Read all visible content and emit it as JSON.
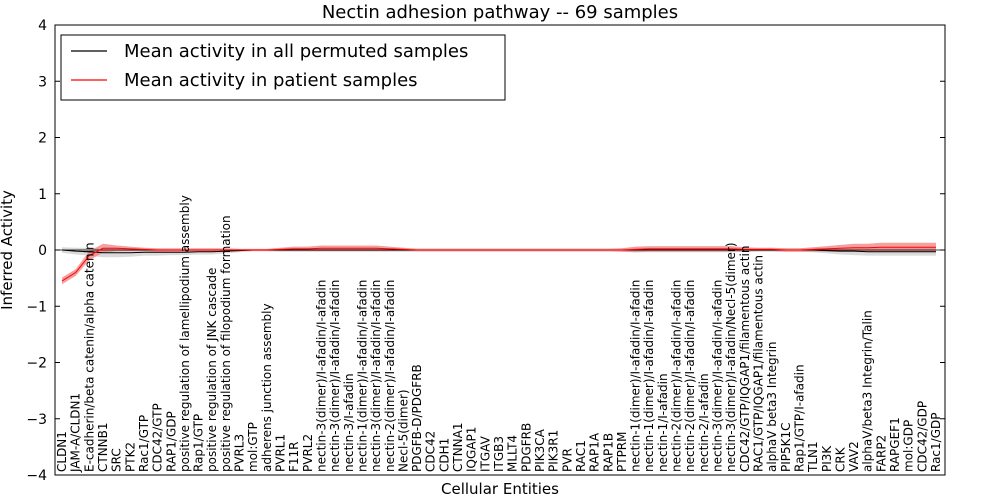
{
  "chart_data": {
    "type": "line",
    "title": "Nectin adhesion pathway -- 69 samples",
    "xlabel": "Cellular Entities",
    "ylabel": "Inferred Activity",
    "ylim": [
      -4,
      4
    ],
    "yticks": [
      -4,
      -3,
      -2,
      -1,
      0,
      1,
      2,
      3,
      4
    ],
    "grid": false,
    "legend": "top-left",
    "categories": [
      "CLDN1",
      "JAM-A/CLDN1",
      "E-cadherin/beta catenin/alpha catenin",
      "CTNNB1",
      "SRC",
      "PTK2",
      "Rac1/GTP",
      "CDC42/GTP",
      "RAP1/GDP",
      "positive regulation of lamellipodium assembly",
      "Rap1/GTP",
      "positive regulation of JNK cascade",
      "positive regulation of filopodium formation",
      "PVRL3",
      "mol:GTP",
      "adherens junction assembly",
      "PVRL1",
      "F11R",
      "PVRL2",
      "nectin-3(dimer)/I-afadin/I-afadin",
      "nectin-3(dimer)/I-afadin/I-afadin",
      "nectin-3/I-afadin",
      "nectin-1(dimer)/I-afadin/I-afadin",
      "nectin-3(dimer)/I-afadin/I-afadin",
      "nectin-2(dimer)/I-afadin/I-afadin",
      "Necl-5(dimer)",
      "PDGFB-D/PDGFRB",
      "CDC42",
      "CDH1",
      "CTNNA1",
      "IQGAP1",
      "ITGAV",
      "ITGB3",
      "MLLT4",
      "PDGFRB",
      "PIK3CA",
      "PIK3R1",
      "PVR",
      "RAC1",
      "RAP1A",
      "RAP1B",
      "PTPRM",
      "nectin-1(dimer)/I-afadin/I-afadin",
      "nectin-1(dimer)/I-afadin/I-afadin",
      "nectin-1/I-afadin",
      "nectin-2(dimer)/I-afadin/I-afadin",
      "nectin-2(dimer)/I-afadin/I-afadin",
      "nectin-2/I-afadin",
      "nectin-3(dimer)/I-afadin/I-afadin",
      "nectin-3(dimer)/I-afadin/Necl-5(dimer)",
      "CDC42/GTP/IQGAP1/filamentous actin",
      "RAC1/GTP/IQGAP1/filamentous actin",
      "alphaV beta3 Integrin",
      "PIP5K1C",
      "Rap1/GTP/I-afadin",
      "TLN1",
      "PI3K",
      "CRK",
      "VAV2",
      "alphaV/beta3 Integrin/Talin",
      "FARP2",
      "RAPGEF1",
      "mol:GDP",
      "CDC42/GDP",
      "Rac1/GDP"
    ],
    "series": [
      {
        "name": "Mean activity in all permuted samples",
        "color": "#000000",
        "band_color": "#bbbbbb",
        "values": [
          0.0,
          -0.02,
          -0.03,
          -0.05,
          -0.05,
          -0.05,
          -0.04,
          -0.04,
          -0.04,
          -0.04,
          -0.03,
          -0.03,
          -0.02,
          -0.01,
          0.0,
          0.0,
          0.0,
          0.0,
          0.0,
          0.0,
          0.0,
          0.0,
          0.0,
          0.0,
          0.0,
          0.0,
          0.0,
          0.0,
          0.0,
          0.0,
          0.0,
          0.0,
          0.0,
          0.0,
          0.0,
          0.0,
          0.0,
          0.0,
          0.0,
          0.0,
          0.0,
          0.0,
          0.0,
          0.0,
          0.0,
          0.0,
          0.0,
          0.0,
          0.0,
          0.0,
          0.0,
          0.0,
          0.0,
          0.0,
          0.0,
          0.0,
          -0.01,
          -0.02,
          -0.02,
          -0.03,
          -0.03,
          -0.03,
          -0.03,
          -0.03,
          -0.03
        ],
        "band": [
          0.05,
          0.06,
          0.07,
          0.08,
          0.08,
          0.07,
          0.06,
          0.06,
          0.05,
          0.05,
          0.05,
          0.05,
          0.04,
          0.03,
          0.02,
          0.02,
          0.03,
          0.03,
          0.03,
          0.03,
          0.03,
          0.03,
          0.03,
          0.03,
          0.03,
          0.03,
          0.03,
          0.03,
          0.03,
          0.03,
          0.03,
          0.03,
          0.03,
          0.03,
          0.03,
          0.03,
          0.03,
          0.03,
          0.03,
          0.03,
          0.03,
          0.03,
          0.04,
          0.04,
          0.04,
          0.04,
          0.04,
          0.04,
          0.04,
          0.04,
          0.03,
          0.03,
          0.03,
          0.03,
          0.03,
          0.04,
          0.05,
          0.06,
          0.07,
          0.07,
          0.07,
          0.07,
          0.07,
          0.07,
          0.07
        ]
      },
      {
        "name": "Mean activity in patient samples",
        "color": "#ff0000",
        "band_color": "#f08080",
        "values": [
          -0.55,
          -0.4,
          -0.1,
          0.03,
          0.03,
          0.02,
          0.01,
          0.0,
          0.0,
          0.0,
          0.0,
          0.0,
          0.0,
          0.0,
          0.0,
          0.0,
          0.01,
          0.02,
          0.02,
          0.03,
          0.03,
          0.03,
          0.03,
          0.03,
          0.02,
          0.01,
          0.0,
          0.0,
          0.0,
          0.0,
          0.0,
          0.0,
          0.0,
          0.0,
          0.0,
          0.0,
          0.0,
          0.0,
          0.0,
          0.0,
          0.0,
          0.0,
          0.01,
          0.02,
          0.02,
          0.02,
          0.02,
          0.02,
          0.02,
          0.02,
          0.01,
          0.01,
          0.01,
          0.0,
          0.0,
          0.01,
          0.02,
          0.03,
          0.04,
          0.04,
          0.05,
          0.05,
          0.05,
          0.05,
          0.05
        ],
        "band": [
          0.06,
          0.06,
          0.08,
          0.08,
          0.05,
          0.04,
          0.03,
          0.03,
          0.03,
          0.03,
          0.03,
          0.03,
          0.03,
          0.02,
          0.02,
          0.02,
          0.03,
          0.04,
          0.04,
          0.05,
          0.05,
          0.05,
          0.05,
          0.05,
          0.04,
          0.03,
          0.02,
          0.02,
          0.02,
          0.02,
          0.02,
          0.02,
          0.02,
          0.02,
          0.02,
          0.02,
          0.02,
          0.02,
          0.02,
          0.02,
          0.02,
          0.03,
          0.05,
          0.05,
          0.05,
          0.05,
          0.05,
          0.05,
          0.05,
          0.05,
          0.04,
          0.03,
          0.03,
          0.03,
          0.03,
          0.04,
          0.05,
          0.06,
          0.07,
          0.07,
          0.08,
          0.08,
          0.08,
          0.08,
          0.08
        ]
      }
    ]
  }
}
